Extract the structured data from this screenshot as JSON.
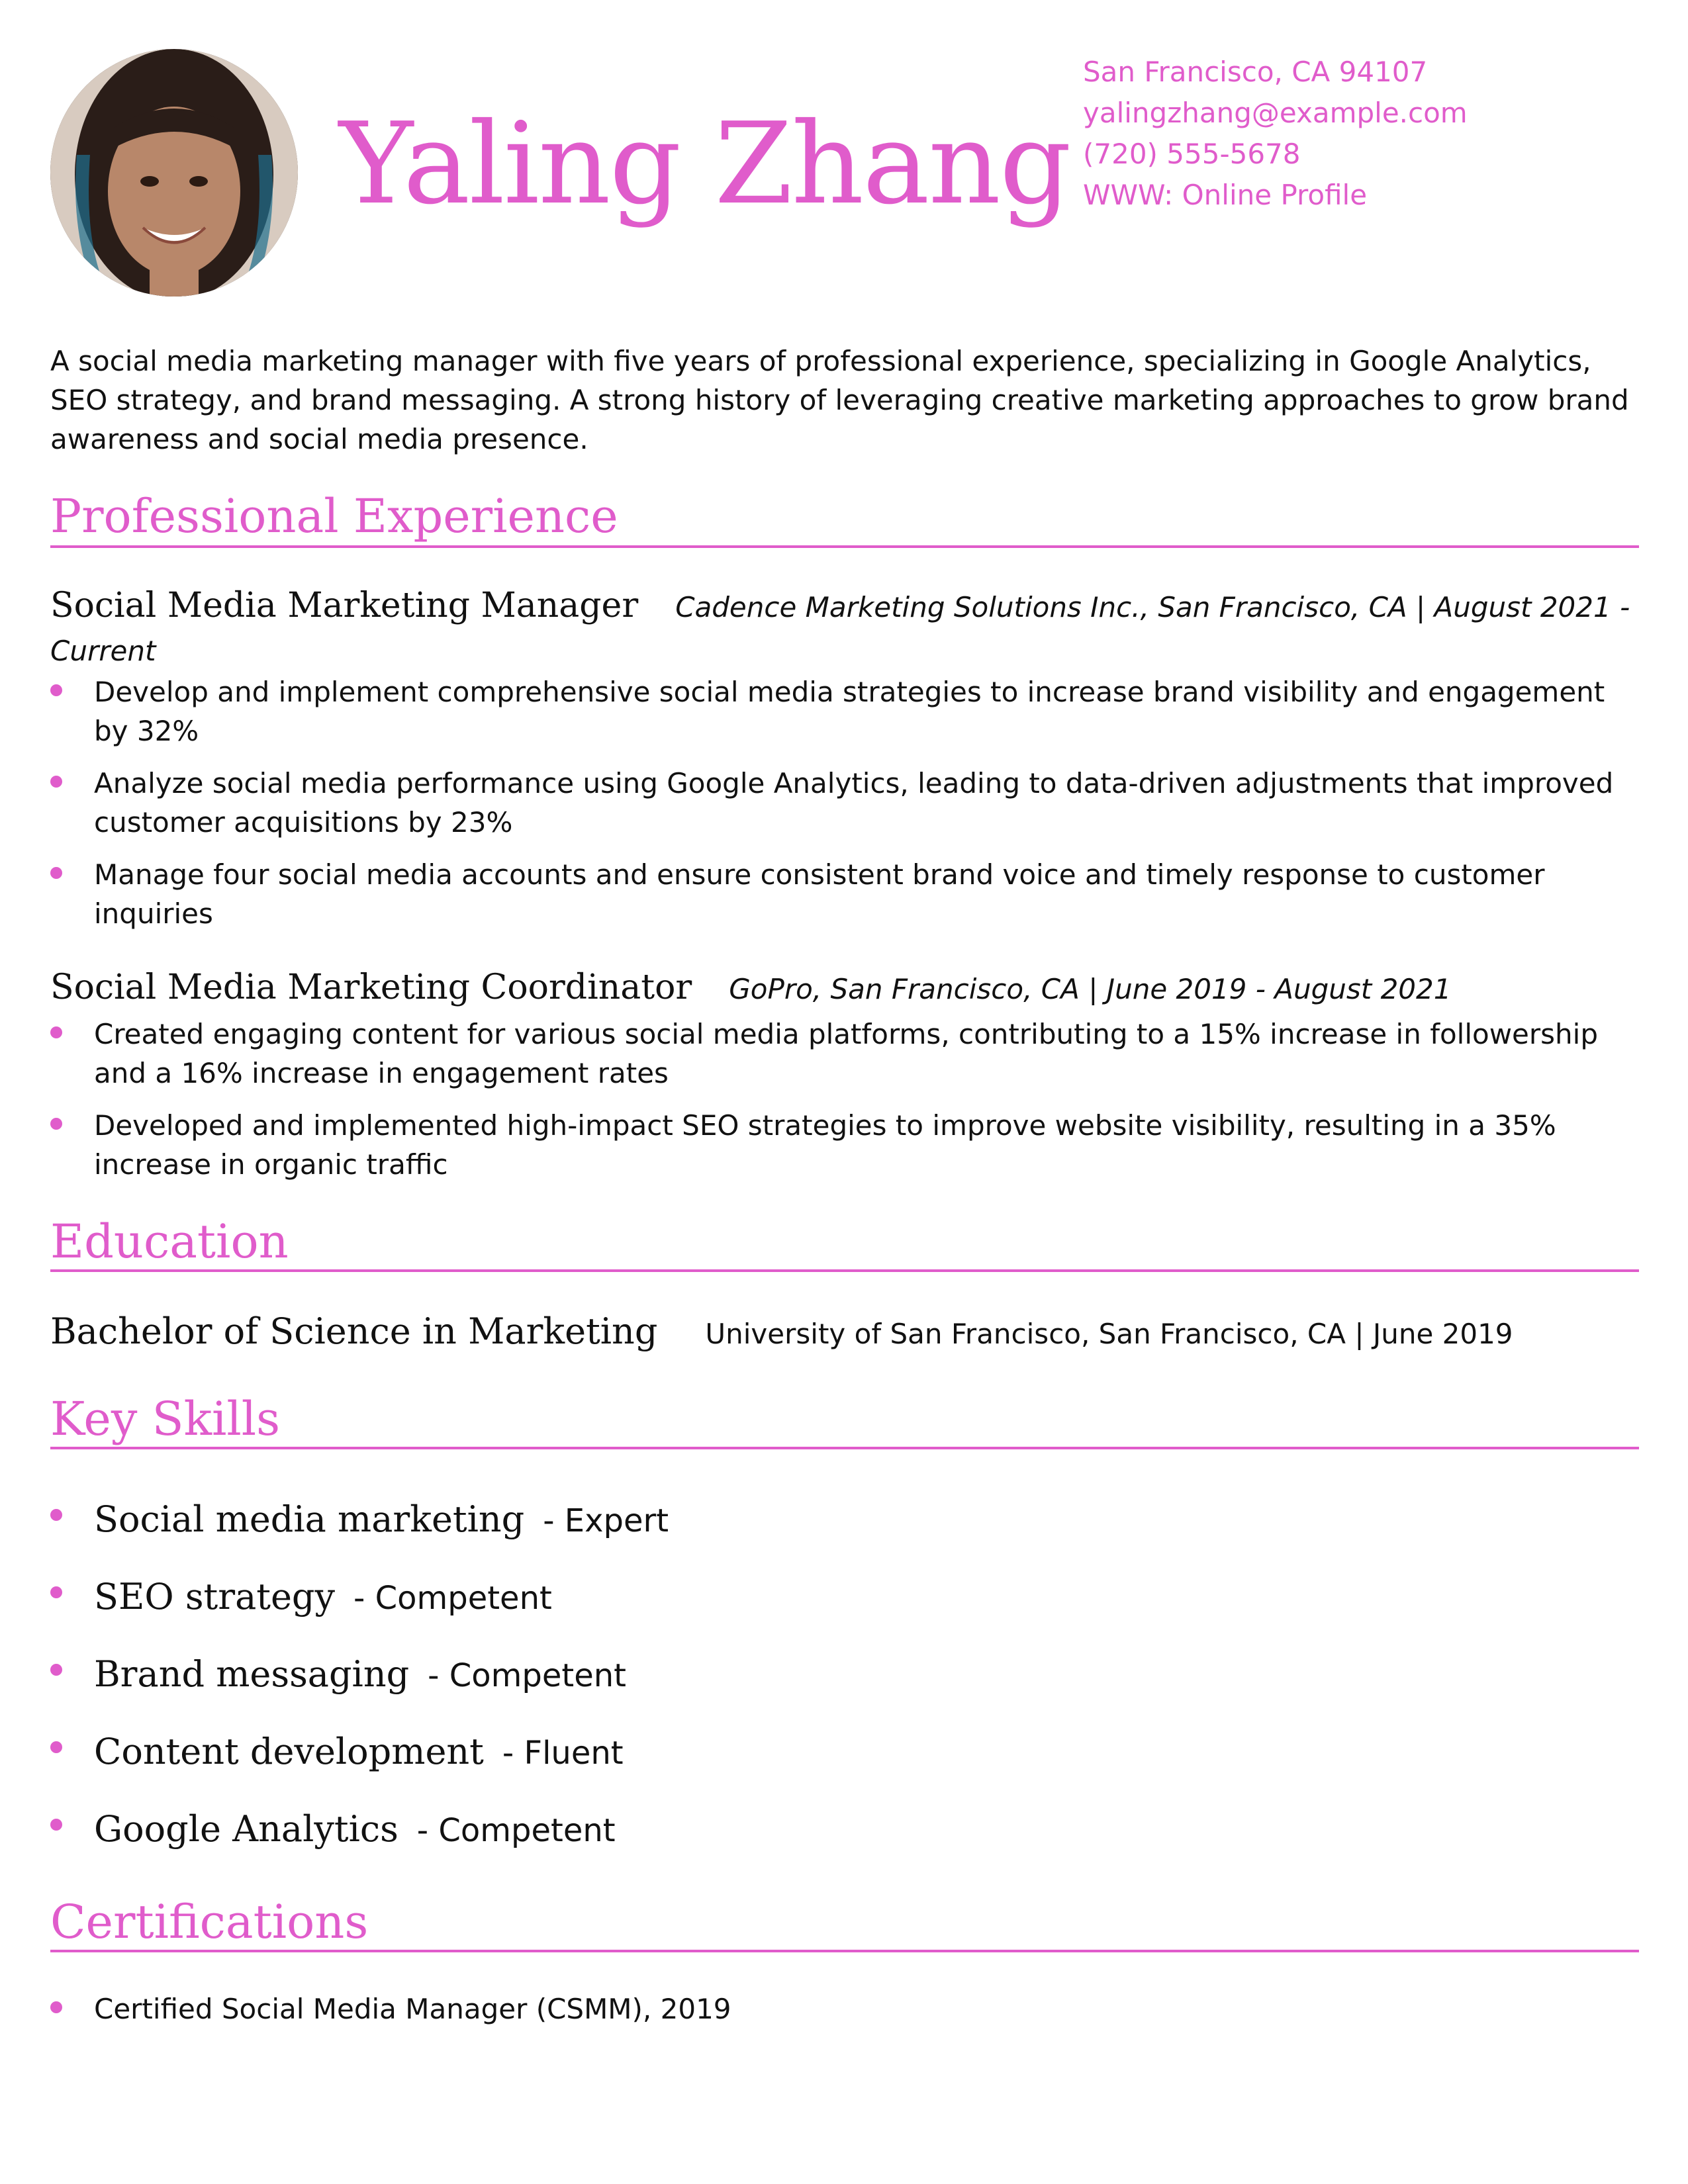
{
  "header": {
    "name": "Yaling Zhang",
    "address": "San Francisco, CA 94107",
    "email": "yalingzhang@example.com",
    "phone": "(720) 555-5678",
    "website": "WWW: Online Profile"
  },
  "summary": "A social media marketing manager with five years of professional experience, specializing in Google Analytics, SEO strategy, and brand messaging. A strong history of leveraging creative marketing approaches to grow brand awareness and social media presence.",
  "sections": {
    "experience": "Professional Experience",
    "education": "Education",
    "skills": "Key Skills",
    "certifications": "Certifications"
  },
  "jobs": [
    {
      "title": "Social Media Marketing Manager",
      "meta": "Cadence Marketing Solutions Inc., San Francisco, CA | August 2021 - Current",
      "bullets": [
        "Develop and implement comprehensive social media strategies to increase brand visibility and engagement by 32%",
        "Analyze social media performance using Google Analytics, leading to data-driven adjustments that improved customer acquisitions by 23%",
        "Manage four social media accounts and ensure consistent brand voice and timely response to customer inquiries"
      ]
    },
    {
      "title": "Social Media Marketing Coordinator",
      "meta": "GoPro, San Francisco, CA | June 2019 - August 2021",
      "bullets": [
        "Created engaging content for various social media platforms, contributing to a 15% increase in followership and a 16% increase in engagement rates",
        "Developed and implemented high-impact SEO strategies to improve website visibility, resulting in a 35% increase in organic traffic"
      ]
    }
  ],
  "education": {
    "degree": "Bachelor of Science in Marketing",
    "details": "University of San Francisco, San Francisco, CA | June 2019"
  },
  "skills": [
    {
      "name": "Social media marketing",
      "level": "- Expert"
    },
    {
      "name": "SEO strategy",
      "level": "- Competent"
    },
    {
      "name": "Brand messaging",
      "level": "- Competent"
    },
    {
      "name": "Content development",
      "level": "- Fluent"
    },
    {
      "name": "Google Analytics",
      "level": "- Competent"
    }
  ],
  "certifications": [
    "Certified Social Media Manager (CSMM), 2019"
  ],
  "colors": {
    "accent": "#e05ccb",
    "text": "#111111"
  }
}
